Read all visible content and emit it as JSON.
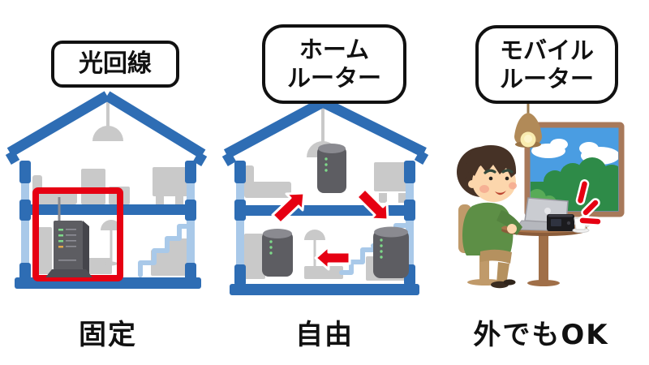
{
  "panels": [
    {
      "id": "fiber",
      "label_lines": [
        "光回線"
      ],
      "caption": "固定"
    },
    {
      "id": "home-router",
      "label_lines": [
        "ホーム",
        "ルーター"
      ],
      "caption": "自由"
    },
    {
      "id": "mobile-router",
      "label_lines": [
        "モバイル",
        "ルーター"
      ],
      "caption": "外でもOK"
    }
  ],
  "colors": {
    "background": "#ffffff",
    "house_frame_blue": "#2e6db4",
    "house_inner_blue": "#a9c9e9",
    "furniture_gray": "#c9c9c9",
    "accent_red": "#e60012",
    "router_body_gray": "#5d5d62",
    "led_green": "#7ed98a",
    "sky_blue": "#4a9de2",
    "bush_green": "#2e8b48",
    "wood_brown": "#a06f48",
    "sweater_green": "#5d8f46",
    "skin_tone": "#fcd6ac",
    "hair_brown": "#463226",
    "pants_khaki": "#b5915f",
    "chair_tan": "#c09a6a",
    "lamp_tan": "#b18a58",
    "lamp_glow": "#f9ecb0",
    "device_black": "#1b1b1e",
    "text_black": "#111111"
  }
}
